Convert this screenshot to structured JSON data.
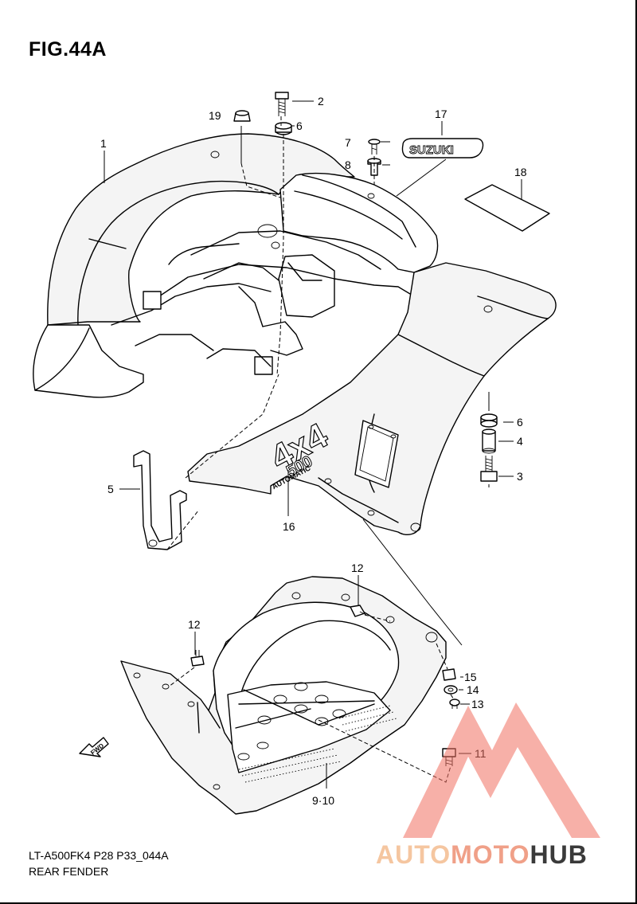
{
  "figure": {
    "title": "FIG.44A",
    "footer_code": "LT-A500FK4 P28 P33_044A",
    "footer_name": "REAR FENDER"
  },
  "decals": {
    "suzuki": "SUZUKI",
    "four_by_four": "4x4",
    "model_number": "500",
    "transmission": "AUTOMATIC",
    "fwd_arrow": "FWD"
  },
  "callouts": {
    "c1": "1",
    "c2": "2",
    "c3": "3",
    "c4": "4",
    "c5": "5",
    "c6a": "6",
    "c6b": "6",
    "c7": "7",
    "c8": "8",
    "c9_10": "9·10",
    "c11": "11",
    "c12a": "12",
    "c12b": "12",
    "c13": "13",
    "c14": "14",
    "c15": "15",
    "c16": "16",
    "c17": "17",
    "c18": "18",
    "c19": "19"
  },
  "watermark": {
    "part1": "AUTO",
    "part2": "MOTO",
    "part3": "HUB",
    "color_light": "#f5c6a0",
    "color_mid": "#f0a088",
    "color_dark": "#3a3a3a",
    "logo_color": "#f07060"
  }
}
